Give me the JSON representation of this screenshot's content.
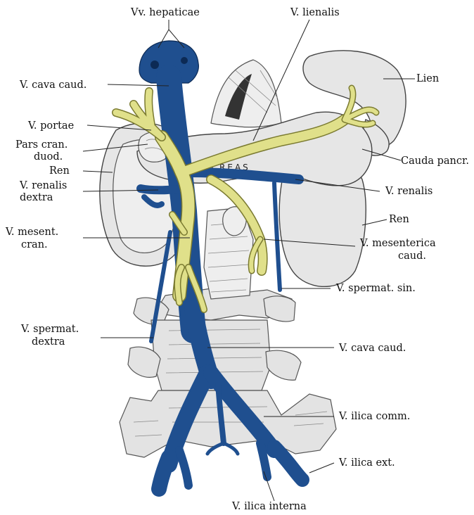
{
  "labels": {
    "vv_hepaticae": "Vv. hepaticae",
    "v_lienalis": "V. lienalis",
    "v_cava_caud_top": "V. cava caud.",
    "lien": "Lien",
    "v_portae": "V. portae",
    "pars_cran_1": "Pars cran.",
    "pars_cran_2": "duod.",
    "ren_left": "Ren",
    "cauda_panc": "Cauda pancr.",
    "v_renalis_dextra_1": "V. renalis",
    "v_renalis_dextra_2": "dextra",
    "v_renalis_right": "V. renalis",
    "ren_right": "Ren",
    "v_mesent_cran_1": "V. mesent.",
    "v_mesent_cran_2": "cran.",
    "v_mesenterica_caud_1": "V. mesenterica",
    "v_mesenterica_caud_2": "caud.",
    "v_spermat_sin": "V. spermat. sin.",
    "v_spermat_dextra_1": "V. spermat.",
    "v_spermat_dextra_2": "dextra",
    "v_cava_caud_bottom": "V. cava caud.",
    "v_ilica_comm": "V. ilica comm.",
    "v_ilica_ext": "V. ilica ext.",
    "v_ilica_interna": "V. ilica interna",
    "pancreas_text": "PANCREAS"
  },
  "colors": {
    "vein_blue": "#1f4f8f",
    "vein_blue_light": "#4a78b8",
    "portal_yellow": "#e0e08a",
    "portal_outline": "#7a7a30",
    "organ_gray": "#e6e6e6"
  }
}
